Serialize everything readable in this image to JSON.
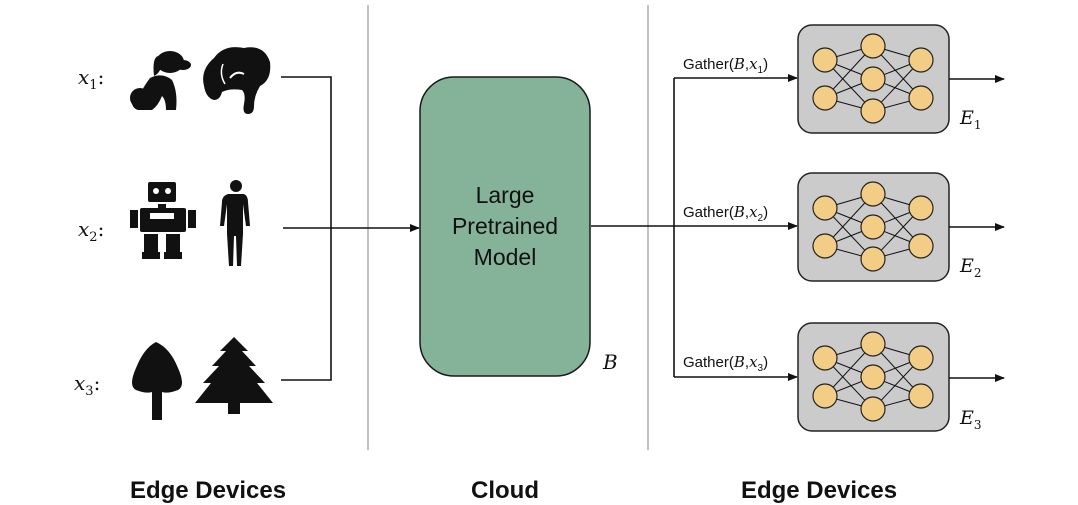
{
  "colors": {
    "model_fill": "#84b39a",
    "model_stroke": "#1a1a1a",
    "expert_fill": "#cbcbcb",
    "node_fill": "#f3cd86",
    "line": "#111111",
    "divider": "#9a9a9a",
    "icon": "#111111"
  },
  "inputs": [
    {
      "var": "x",
      "sub": "1",
      "icons": [
        "dog-icon",
        "elephant-icon"
      ]
    },
    {
      "var": "x",
      "sub": "2",
      "icons": [
        "robot-icon",
        "human-icon"
      ]
    },
    {
      "var": "x",
      "sub": "3",
      "icons": [
        "tree-icon",
        "pine-tree-icon"
      ]
    }
  ],
  "cloud": {
    "model_label": [
      "Large",
      "Pretrained",
      "Model"
    ],
    "model_symbol": "B"
  },
  "experts": [
    {
      "gather_fn": "Gather(",
      "gather_b": "B",
      "gather_sep": ",",
      "gather_x": "x",
      "gather_sub": "1",
      "gather_close": ")",
      "label": "E",
      "sub": "1"
    },
    {
      "gather_fn": "Gather(",
      "gather_b": "B",
      "gather_sep": ",",
      "gather_x": "x",
      "gather_sub": "2",
      "gather_close": ")",
      "label": "E",
      "sub": "2"
    },
    {
      "gather_fn": "Gather(",
      "gather_b": "B",
      "gather_sep": ",",
      "gather_x": "x",
      "gather_sub": "3",
      "gather_close": ")",
      "label": "E",
      "sub": "3"
    }
  ],
  "sections": {
    "left": "Edge Devices",
    "middle": "Cloud",
    "right": "Edge Devices"
  }
}
